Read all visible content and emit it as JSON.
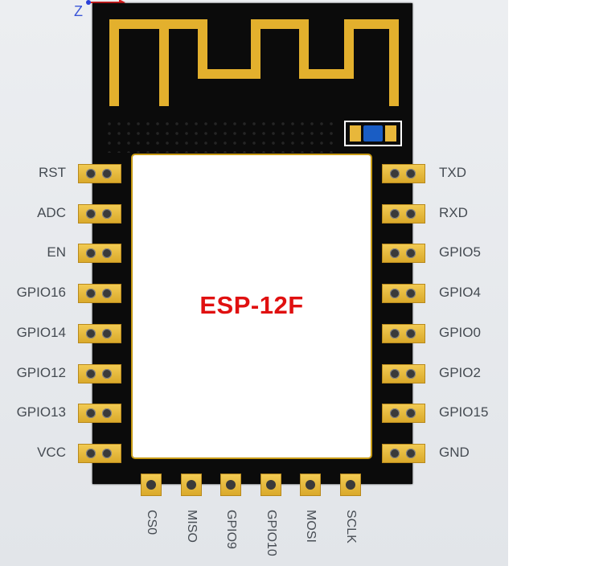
{
  "module": {
    "name": "ESP-12F"
  },
  "axis": {
    "z_label": "Z",
    "colors": {
      "x": "#e02020",
      "y": "#1f9a2a",
      "z": "#2a3fd8"
    }
  },
  "colors": {
    "board": "#0b0b0b",
    "gold": "#e8b73a",
    "shield": "#ffffff",
    "label_text": "#e01010",
    "led": "#1a5dc4"
  },
  "pins_left": [
    "RST",
    "ADC",
    "EN",
    "GPIO16",
    "GPIO14",
    "GPIO12",
    "GPIO13",
    "VCC"
  ],
  "pins_right": [
    "TXD",
    "RXD",
    "GPIO5",
    "GPIO4",
    "GPIO0",
    "GPIO2",
    "GPIO15",
    "GND"
  ],
  "pins_bottom": [
    "CS0",
    "MISO",
    "GPIO9",
    "GPIO10",
    "MOSI",
    "SCLK"
  ]
}
